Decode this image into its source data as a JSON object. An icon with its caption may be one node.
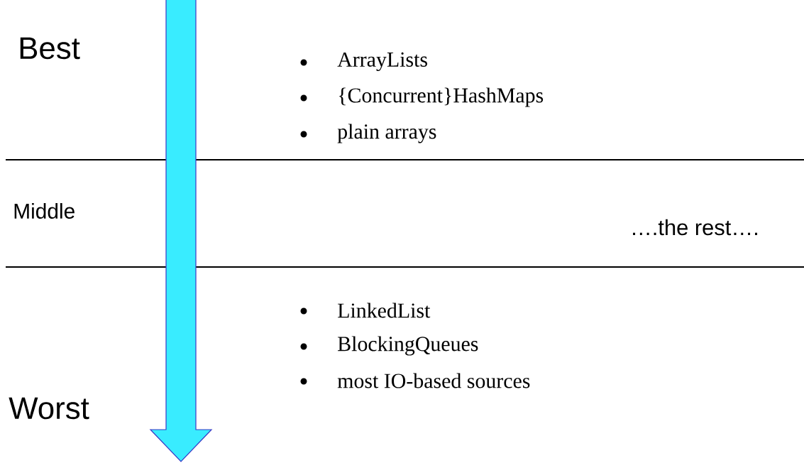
{
  "diagram": {
    "labels": [
      "Best",
      "ArrayLists",
      "{Concurrent}HashMaps",
      "plain arrays",
      "Middle",
      "….the rest….",
      "LinkedList",
      "BlockingQueues",
      "most IO-based sources",
      "Worst"
    ]
  }
}
